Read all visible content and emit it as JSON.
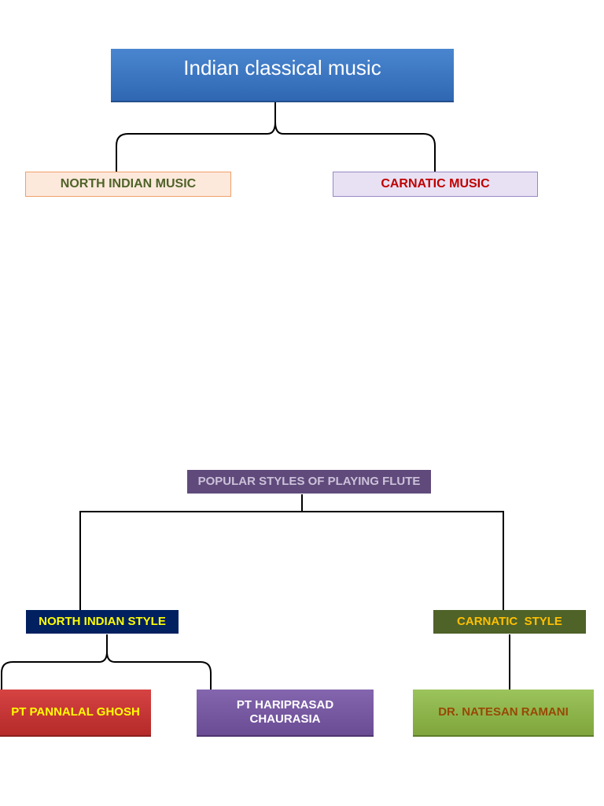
{
  "diagram": {
    "root": {
      "label": "Indian classical music",
      "color": "#ffffff"
    },
    "north_indian_music": {
      "label": "NORTH INDIAN MUSIC",
      "color": "#4f6228"
    },
    "carnatic_music": {
      "label": "CARNATIC MUSIC",
      "color": "#c00000"
    },
    "flute_styles": {
      "label": "POPULAR STYLES OF PLAYING FLUTE",
      "color": "#ccc1da"
    },
    "north_indian_style": {
      "label": "NORTH INDIAN STYLE",
      "color": "#ffff00"
    },
    "carnatic_style": {
      "label": "CARNATIC  STYLE",
      "color": "#ffc000"
    },
    "pannalal_ghosh": {
      "label": "PT PANNALAL GHOSH",
      "color": "#ffff00"
    },
    "hariprasad_chaurasia": {
      "label": "PT HARIPRASAD CHAURASIA",
      "color": "#ffffff"
    },
    "natesan_ramani": {
      "label": "DR. NATESAN RAMANI",
      "color": "#984807"
    }
  }
}
